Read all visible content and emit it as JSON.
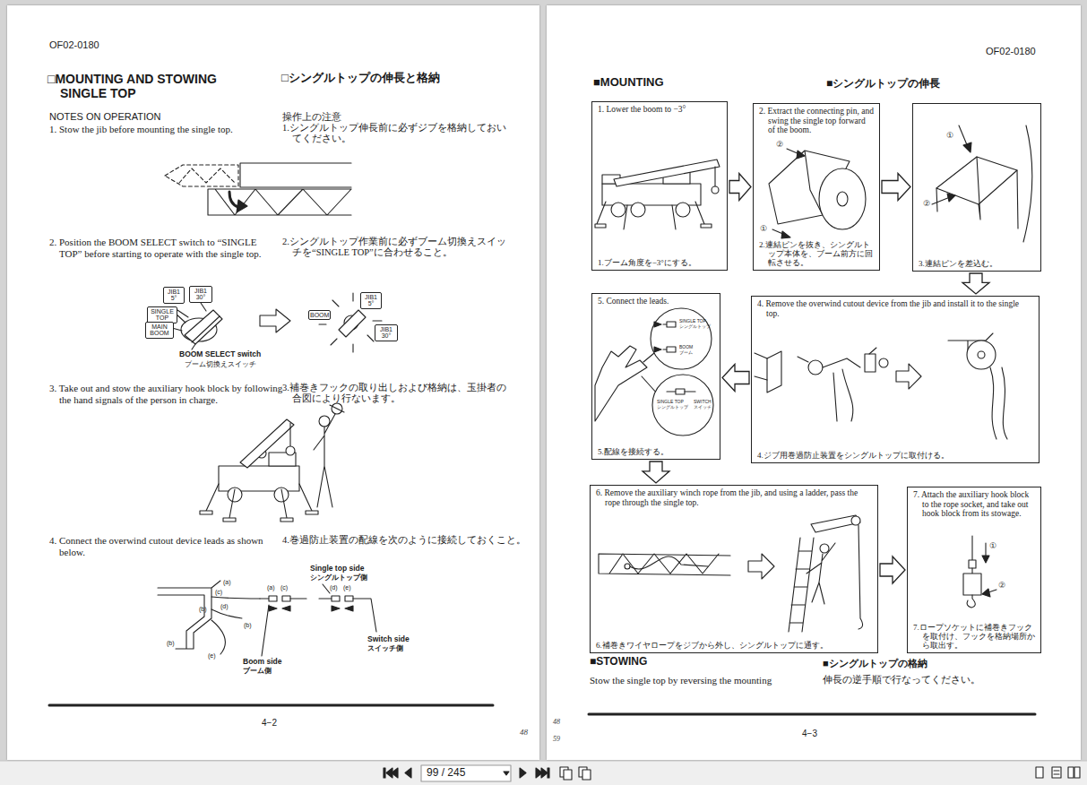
{
  "diagram": {
    "nodes": [
      {
        "text": [
          "1. Lower the boom to −3°",
          "1.ブーム角度を−3°にする。"
        ]
      },
      {
        "text": [
          "2. Extract the connecting pin, and swing the single top forward of the boom.",
          "2.連結ピンを抜き、シングルトップ本体を、ブーム前方に回転させる。"
        ]
      },
      {
        "text": [
          "3.連結ピンを差込む。"
        ]
      },
      {
        "text": [
          "4. Remove the overwind cutout device from the jib and install it to the single top.",
          "4.ジブ用巻過防止装置をシングルトップに取付ける。"
        ]
      },
      {
        "text": [
          "5. Connect the leads.",
          "5.配線を接続する。"
        ]
      },
      {
        "text": [
          "6. Remove the auxiliary winch rope from the jib, and using a ladder, pass the rope through the single top.",
          "6.補巻きワイヤロープをジブから外し、シングルトップに通す。"
        ]
      },
      {
        "text": [
          "7. Attach the auxiliary hook block to the rope socket, and take out hook block from its stowage.",
          "7.ロープソケットに補巻きフックを取付け、フックを格納場所から取出す。"
        ]
      }
    ],
    "edges": [
      {
        "from": 0,
        "to": 1,
        "arrow": "to"
      },
      {
        "from": 1,
        "to": 2,
        "arrow": "to"
      },
      {
        "from": 2,
        "to": 3,
        "arrow": "to"
      },
      {
        "from": 3,
        "to": 4,
        "arrow": "to"
      },
      {
        "from": 4,
        "to": 5,
        "arrow": "to"
      },
      {
        "from": 5,
        "to": 6,
        "arrow": "to"
      }
    ],
    "labels": [
      "OF02-0180",
      "□MOUNTING AND STOWING SINGLE TOP",
      "□シングルトップの伸長と格納",
      "NOTES ON OPERATION",
      "操作上の注意",
      "1. Stow the jib before mounting the single top.",
      "1.シングルトップ伸長前に必ずジブを格納しておいてください。",
      "2. Position the BOOM SELECT switch to “SINGLE TOP” before starting to operate with the single top.",
      "2.シングルトップ作業前に必ずブーム切換えスイッチを“SINGLE TOP”に合わせること。",
      "JIB1 5°",
      "JIB1 30°",
      "SINGLE TOP",
      "MAIN BOOM",
      "BOOM SELECT switch",
      "ブーム切換えスイッチ",
      "BOOM",
      "JIB1 5°",
      "JIB1 30°",
      "3. Take out and stow the auxiliary hook block by following the hand signals of the person in charge.",
      "3.補巻きフックの取り出しおよび格納は、玉掛者の合図により行ないます。",
      "4. Connect the overwind cutout device leads as shown below.",
      "4.巻過防止装置の配線を次のように接続しておくこと。",
      "(a)",
      "(c)",
      "(d)",
      "(b)",
      "(e)",
      "(b)",
      "(a)",
      "(c)",
      "(b)",
      "(d)",
      "(e)",
      "Single top side",
      "シングルトップ側",
      "Switch side",
      "スイッチ側",
      "Boom side",
      "ブーム側",
      "4−2",
      "48",
      "OF02-0180",
      "■MOUNTING",
      "■シングルトップの伸長",
      "②",
      "①",
      "①",
      "②",
      "SINGLE TOP",
      "シングルトップ",
      "BOOM",
      "ブーム",
      "SINGLE TOP",
      "シングルトップ",
      "SWITCH",
      "スイッチ",
      "①",
      "②",
      "■STOWING",
      "■シングルトップの格納",
      "Stow the single top by reversing the mounting",
      "伸長の逆手順で行なってください。",
      "4−3",
      "48",
      "59",
      "99 / 245"
    ]
  }
}
